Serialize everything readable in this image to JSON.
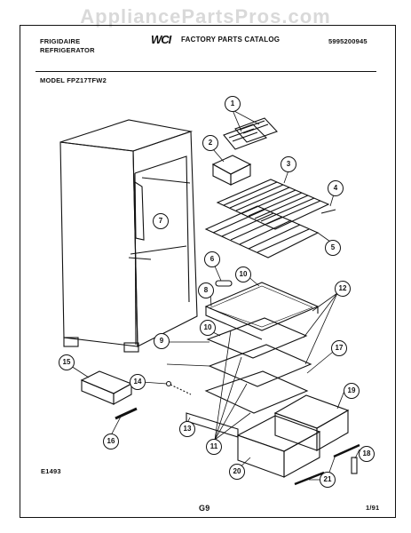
{
  "watermark": "AppliancePartsPros.com",
  "header": {
    "brand_line1": "FRIGIDAIRE",
    "brand_line2": "REFRIGERATOR",
    "logo": "WCI",
    "catalog_title": "FACTORY PARTS CATALOG",
    "catalog_number": "5995200945",
    "model_label": "MODEL FPZ17TFW2"
  },
  "footer": {
    "drawing_id": "E1493",
    "page": "G9",
    "date": "1/91"
  },
  "callouts": [
    "1",
    "2",
    "3",
    "4",
    "5",
    "6",
    "7",
    "8",
    "9",
    "10",
    "10",
    "11",
    "12",
    "13",
    "14",
    "15",
    "16",
    "17",
    "18",
    "19",
    "20",
    "21"
  ]
}
